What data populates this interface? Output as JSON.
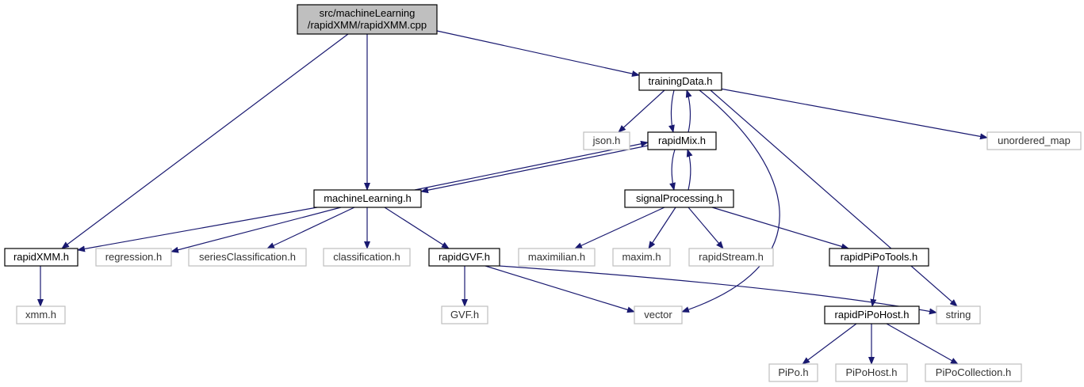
{
  "colors": {
    "edge": "#191970",
    "root_fill": "#bfbfbf",
    "node_border": "#000000",
    "external_border": "#bfbfbf"
  },
  "nodes": [
    {
      "id": "root",
      "lines": [
        "src/machineLearning",
        "/rapidXMM/rapidXMM.cpp"
      ],
      "kind": "root"
    },
    {
      "id": "trainingData",
      "lines": [
        "trainingData.h"
      ],
      "kind": "internal"
    },
    {
      "id": "json",
      "lines": [
        "json.h"
      ],
      "kind": "external"
    },
    {
      "id": "rapidMix",
      "lines": [
        "rapidMix.h"
      ],
      "kind": "internal"
    },
    {
      "id": "unordered_map",
      "lines": [
        "unordered_map"
      ],
      "kind": "external"
    },
    {
      "id": "machineLearning",
      "lines": [
        "machineLearning.h"
      ],
      "kind": "internal"
    },
    {
      "id": "signalProcessing",
      "lines": [
        "signalProcessing.h"
      ],
      "kind": "internal"
    },
    {
      "id": "rapidXMM",
      "lines": [
        "rapidXMM.h"
      ],
      "kind": "internal"
    },
    {
      "id": "regression",
      "lines": [
        "regression.h"
      ],
      "kind": "external"
    },
    {
      "id": "seriesClassification",
      "lines": [
        "seriesClassification.h"
      ],
      "kind": "external"
    },
    {
      "id": "classification",
      "lines": [
        "classification.h"
      ],
      "kind": "external"
    },
    {
      "id": "rapidGVF",
      "lines": [
        "rapidGVF.h"
      ],
      "kind": "internal"
    },
    {
      "id": "maximilian",
      "lines": [
        "maximilian.h"
      ],
      "kind": "external"
    },
    {
      "id": "maxim",
      "lines": [
        "maxim.h"
      ],
      "kind": "external"
    },
    {
      "id": "rapidStream",
      "lines": [
        "rapidStream.h"
      ],
      "kind": "external"
    },
    {
      "id": "rapidPiPoTools",
      "lines": [
        "rapidPiPoTools.h"
      ],
      "kind": "internal"
    },
    {
      "id": "xmm",
      "lines": [
        "xmm.h"
      ],
      "kind": "external"
    },
    {
      "id": "GVF",
      "lines": [
        "GVF.h"
      ],
      "kind": "external"
    },
    {
      "id": "vector",
      "lines": [
        "vector"
      ],
      "kind": "external"
    },
    {
      "id": "rapidPiPoHost",
      "lines": [
        "rapidPiPoHost.h"
      ],
      "kind": "internal"
    },
    {
      "id": "string",
      "lines": [
        "string"
      ],
      "kind": "external"
    },
    {
      "id": "PiPo",
      "lines": [
        "PiPo.h"
      ],
      "kind": "external"
    },
    {
      "id": "PiPoHost",
      "lines": [
        "PiPoHost.h"
      ],
      "kind": "external"
    },
    {
      "id": "PiPoCollection",
      "lines": [
        "PiPoCollection.h"
      ],
      "kind": "external"
    }
  ],
  "edges": [
    [
      "root",
      "rapidXMM"
    ],
    [
      "root",
      "machineLearning"
    ],
    [
      "root",
      "trainingData"
    ],
    [
      "trainingData",
      "json"
    ],
    [
      "trainingData",
      "rapidMix"
    ],
    [
      "trainingData",
      "unordered_map"
    ],
    [
      "trainingData",
      "vector"
    ],
    [
      "trainingData",
      "string"
    ],
    [
      "rapidMix",
      "trainingData"
    ],
    [
      "rapidMix",
      "machineLearning"
    ],
    [
      "rapidMix",
      "signalProcessing"
    ],
    [
      "machineLearning",
      "rapidMix"
    ],
    [
      "machineLearning",
      "rapidXMM"
    ],
    [
      "machineLearning",
      "regression"
    ],
    [
      "machineLearning",
      "seriesClassification"
    ],
    [
      "machineLearning",
      "classification"
    ],
    [
      "machineLearning",
      "rapidGVF"
    ],
    [
      "signalProcessing",
      "rapidMix"
    ],
    [
      "signalProcessing",
      "maximilian"
    ],
    [
      "signalProcessing",
      "maxim"
    ],
    [
      "signalProcessing",
      "rapidStream"
    ],
    [
      "signalProcessing",
      "rapidPiPoTools"
    ],
    [
      "rapidXMM",
      "xmm"
    ],
    [
      "rapidGVF",
      "GVF"
    ],
    [
      "rapidGVF",
      "vector"
    ],
    [
      "rapidGVF",
      "string"
    ],
    [
      "rapidPiPoTools",
      "rapidPiPoHost"
    ],
    [
      "rapidPiPoHost",
      "PiPo"
    ],
    [
      "rapidPiPoHost",
      "PiPoHost"
    ],
    [
      "rapidPiPoHost",
      "PiPoCollection"
    ]
  ]
}
